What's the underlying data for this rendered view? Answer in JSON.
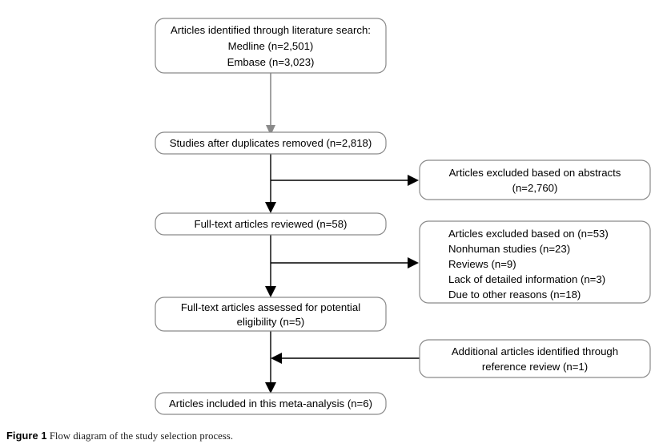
{
  "figure": {
    "caption_label": "Figure 1",
    "caption_text": "Flow diagram of the study selection process."
  },
  "colors": {
    "box_border": "#8a8a8a",
    "box_fill": "#ffffff",
    "connector_gray": "#8a8a8a",
    "connector_black": "#000000",
    "text": "#000000",
    "background": "#ffffff"
  },
  "chart_data": {
    "type": "diagram",
    "title": "Flow diagram of the study selection process",
    "nodes": [
      {
        "id": "identified",
        "column": "main",
        "align": "center",
        "lines": [
          "Articles identified through literature search:",
          "Medline (n=2,501)",
          "Embase (n=3,023)"
        ]
      },
      {
        "id": "duplicates-removed",
        "column": "main",
        "align": "center",
        "lines": [
          "Studies after duplicates removed (n=2,818)"
        ]
      },
      {
        "id": "excluded-abstracts",
        "column": "side",
        "align": "center",
        "lines": [
          "Articles excluded based on abstracts",
          "(n=2,760)"
        ]
      },
      {
        "id": "fulltext-reviewed",
        "column": "main",
        "align": "center",
        "lines": [
          "Full-text articles reviewed (n=58)"
        ]
      },
      {
        "id": "excluded-fulltext",
        "column": "side",
        "align": "left",
        "lines": [
          "Articles excluded based on (n=53)",
          "Nonhuman studies (n=23)",
          "Reviews (n=9)",
          "Lack of detailed information (n=3)",
          "Due to other reasons (n=18)"
        ]
      },
      {
        "id": "assessed-eligibility",
        "column": "main",
        "align": "center",
        "lines": [
          "Full-text articles assessed for potential",
          "eligibility (n=5)"
        ]
      },
      {
        "id": "additional-articles",
        "column": "side",
        "align": "center",
        "lines": [
          "Additional articles identified through",
          "reference review (n=1)"
        ]
      },
      {
        "id": "included",
        "column": "main",
        "align": "center",
        "lines": [
          "Articles included in this meta-analysis (n=6)"
        ]
      }
    ],
    "edges": [
      {
        "from": "identified",
        "to": "duplicates-removed",
        "direction": "down",
        "style": "gray"
      },
      {
        "from": "duplicates-removed",
        "to": "fulltext-reviewed",
        "direction": "down",
        "style": "black"
      },
      {
        "from": "duplicates-removed",
        "to": "excluded-abstracts",
        "direction": "right",
        "style": "black"
      },
      {
        "from": "fulltext-reviewed",
        "to": "assessed-eligibility",
        "direction": "down",
        "style": "black"
      },
      {
        "from": "fulltext-reviewed",
        "to": "excluded-fulltext",
        "direction": "right",
        "style": "black"
      },
      {
        "from": "assessed-eligibility",
        "to": "included",
        "direction": "down",
        "style": "black"
      },
      {
        "from": "additional-articles",
        "to": "included",
        "direction": "left",
        "style": "black"
      }
    ],
    "counts": {
      "medline": 2501,
      "embase": 3023,
      "after_duplicates": 2818,
      "excluded_abstracts": 2760,
      "fulltext_reviewed": 58,
      "excluded_fulltext_total": 53,
      "excluded_nonhuman": 23,
      "excluded_reviews": 9,
      "excluded_lack_info": 3,
      "excluded_other": 18,
      "assessed_eligibility": 5,
      "additional_reference_review": 1,
      "included": 6
    }
  }
}
